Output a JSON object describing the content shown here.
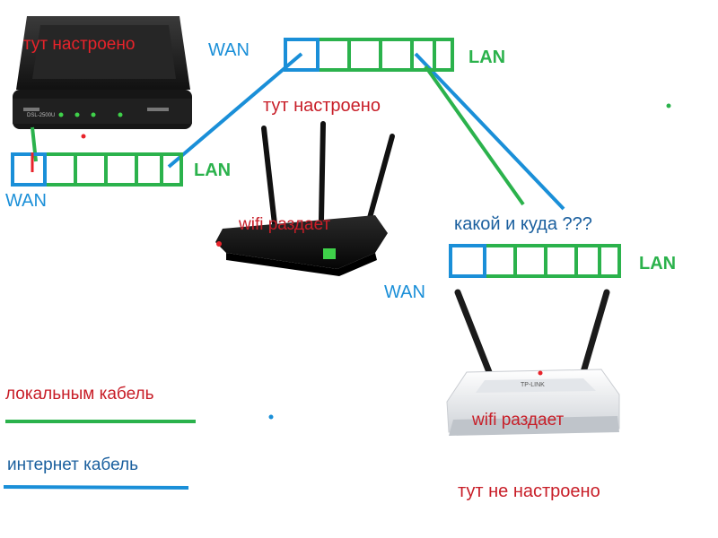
{
  "labels": {
    "top_router_configured": "тут настроено",
    "middle_configured": "тут настроено",
    "wan_top": "WAN",
    "wan_left": "WAN",
    "wan_right": "WAN",
    "lan_top": "LAN",
    "lan_left": "LAN",
    "lan_right": "LAN",
    "question": "какой и куда ???",
    "wifi_middle": "wifi раздает",
    "wifi_bottom": "wifi раздает",
    "not_configured": "тут не настроено"
  },
  "legend": {
    "local_cable": "локальным кабель",
    "internet_cable": "интернет кабель"
  },
  "devices": {
    "adsl_modem_brand": "DSL-2500U",
    "tplink_brand": "TP-LINK"
  },
  "colors": {
    "local_cable": "#2bb24c",
    "internet_cable": "#1a8fd8",
    "annotation": "#e8232a"
  }
}
